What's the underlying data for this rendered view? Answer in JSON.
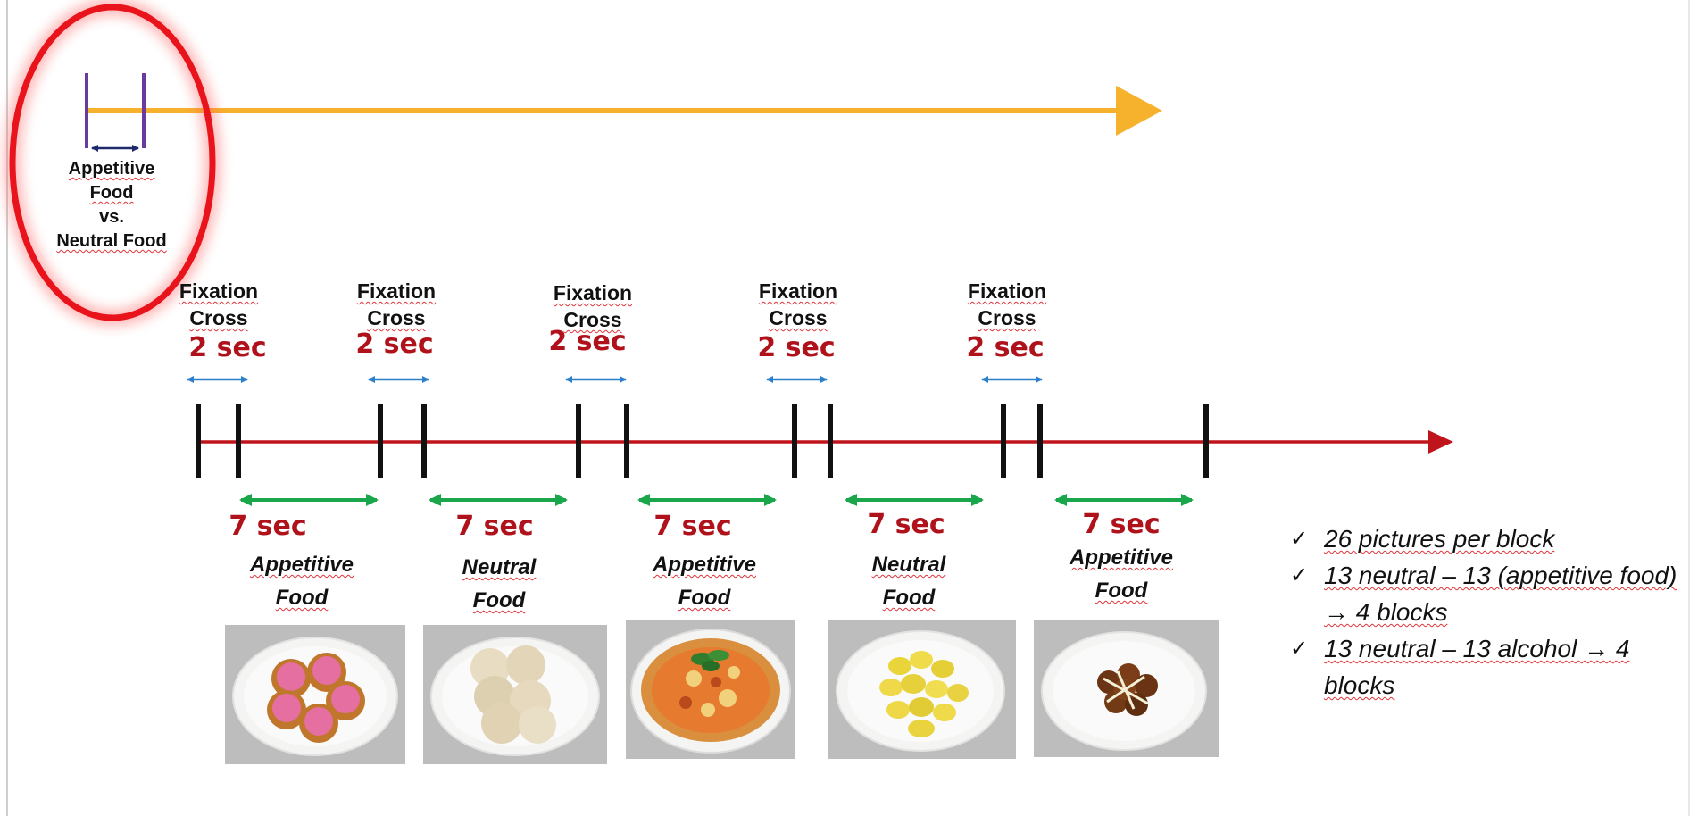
{
  "legend": {
    "label_lines": [
      "Appetitive",
      "Food",
      "vs.",
      "Neutral Food"
    ]
  },
  "fixations": [
    {
      "line1": "Fixation",
      "line2": "Cross",
      "duration": "2 sec"
    },
    {
      "line1": "Fixation",
      "line2": "Cross",
      "duration": "2 sec"
    },
    {
      "line1": "Fixation",
      "line2": "Cross",
      "duration": "2 sec"
    },
    {
      "line1": "Fixation",
      "line2": "Cross",
      "duration": "2 sec"
    },
    {
      "line1": "Fixation",
      "line2": "Cross",
      "duration": "2 sec"
    }
  ],
  "stimuli": [
    {
      "duration": "7 sec",
      "line1": "Appetitive",
      "line2": "Food",
      "image": "pink-iced-biscuits-plate"
    },
    {
      "duration": "7 sec",
      "line1": "Neutral",
      "line2": "Food",
      "image": "rice-cakes-plate"
    },
    {
      "duration": "7 sec",
      "line1": "Appetitive",
      "line2": "Food",
      "image": "pizza-plate"
    },
    {
      "duration": "7 sec",
      "line1": "Neutral",
      "line2": "Food",
      "image": "boiled-potatoes-plate"
    },
    {
      "duration": "7 sec",
      "line1": "Appetitive",
      "line2": "Food",
      "image": "glazed-meatballs-plate"
    }
  ],
  "notes": [
    "26 pictures per block",
    "13  neutral  –  13  (appetitive food) → 4 blocks",
    "13 neutral – 13 alcohol → 4 blocks"
  ],
  "icons": {
    "checkmark": "check-icon",
    "arrow": "right-arrow-icon"
  },
  "colors": {
    "timeline": "#c0141c",
    "top_arrow": "#f6b12d",
    "highlight_ring": "#e8131b",
    "fixation_arrow": "#2c7fcb",
    "stimulus_arrow": "#1aa64a",
    "duration_text": "#b0121b",
    "block_bracket": "#6a3aa0"
  }
}
